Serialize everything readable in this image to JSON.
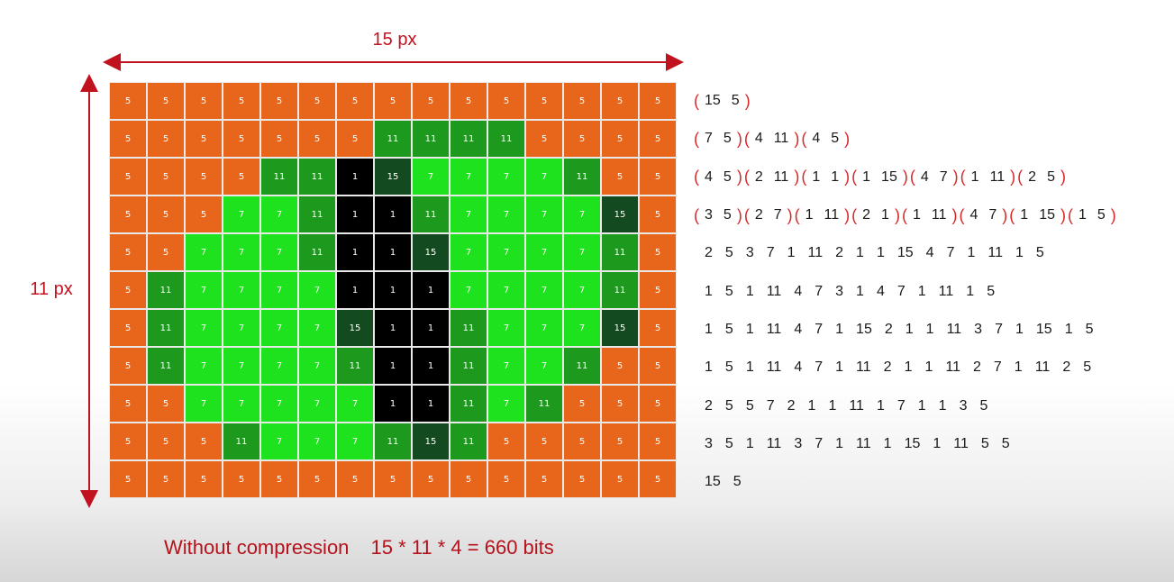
{
  "labels": {
    "width": "15 px",
    "height": "11 px"
  },
  "colors": {
    "5": "#e8661c",
    "11": "#1d9a1d",
    "7": "#1ee21e",
    "1": "#000000",
    "15": "#144a1f",
    "accent": "#c1121f"
  },
  "grid": [
    [
      5,
      5,
      5,
      5,
      5,
      5,
      5,
      5,
      5,
      5,
      5,
      5,
      5,
      5,
      5
    ],
    [
      5,
      5,
      5,
      5,
      5,
      5,
      5,
      11,
      11,
      11,
      11,
      5,
      5,
      5,
      5
    ],
    [
      5,
      5,
      5,
      5,
      11,
      11,
      1,
      15,
      7,
      7,
      7,
      7,
      11,
      5,
      5
    ],
    [
      5,
      5,
      5,
      7,
      7,
      11,
      1,
      1,
      11,
      7,
      7,
      7,
      7,
      15,
      5
    ],
    [
      5,
      5,
      7,
      7,
      7,
      11,
      1,
      1,
      15,
      7,
      7,
      7,
      7,
      11,
      5
    ],
    [
      5,
      11,
      7,
      7,
      7,
      7,
      1,
      1,
      1,
      7,
      7,
      7,
      7,
      11,
      5
    ],
    [
      5,
      11,
      7,
      7,
      7,
      7,
      15,
      1,
      1,
      11,
      7,
      7,
      7,
      15,
      5
    ],
    [
      5,
      11,
      7,
      7,
      7,
      7,
      11,
      1,
      1,
      11,
      7,
      7,
      11,
      5,
      5
    ],
    [
      5,
      5,
      7,
      7,
      7,
      7,
      7,
      1,
      1,
      11,
      7,
      11,
      5,
      5,
      5
    ],
    [
      5,
      5,
      5,
      11,
      7,
      7,
      7,
      11,
      15,
      11,
      5,
      5,
      5,
      5,
      5
    ],
    [
      5,
      5,
      5,
      5,
      5,
      5,
      5,
      5,
      5,
      5,
      5,
      5,
      5,
      5,
      5
    ]
  ],
  "encoded_rows": [
    {
      "bracketed": true,
      "pairs": [
        [
          15,
          5
        ]
      ]
    },
    {
      "bracketed": true,
      "pairs": [
        [
          7,
          5
        ],
        [
          4,
          11
        ],
        [
          4,
          5
        ]
      ]
    },
    {
      "bracketed": true,
      "pairs": [
        [
          4,
          5
        ],
        [
          2,
          11
        ],
        [
          1,
          1
        ],
        [
          1,
          15
        ],
        [
          4,
          7
        ],
        [
          1,
          11
        ],
        [
          2,
          5
        ]
      ]
    },
    {
      "bracketed": true,
      "pairs": [
        [
          3,
          5
        ],
        [
          2,
          7
        ],
        [
          1,
          11
        ],
        [
          2,
          1
        ],
        [
          1,
          11
        ],
        [
          4,
          7
        ],
        [
          1,
          15
        ],
        [
          1,
          5
        ]
      ]
    },
    {
      "bracketed": false,
      "text": [
        "2",
        "5",
        "3",
        "7",
        "1",
        "11",
        "2",
        "1",
        "1",
        "15",
        "4",
        "7",
        "1",
        "11",
        "1",
        "5"
      ]
    },
    {
      "bracketed": false,
      "text": [
        "1",
        "5",
        "1",
        "11",
        "4",
        "7",
        "3",
        "1",
        "4",
        "7",
        "1",
        "11",
        "1",
        "5"
      ]
    },
    {
      "bracketed": false,
      "text": [
        "1",
        "5",
        "1",
        "11",
        "4",
        "7",
        "1",
        "15",
        "2",
        "1",
        "1",
        "11",
        "3",
        "7",
        "1",
        "15",
        "1",
        "5"
      ]
    },
    {
      "bracketed": false,
      "text": [
        "1",
        "5",
        "1",
        "11",
        "4",
        "7",
        "1",
        "11",
        "2",
        "1",
        "1",
        "11",
        "2",
        "7",
        "1",
        "11",
        "2",
        "5"
      ]
    },
    {
      "bracketed": false,
      "text": [
        "2",
        "5",
        "5",
        "7",
        "2",
        "1",
        "1",
        "11",
        "1",
        "7",
        "1",
        "1",
        "3",
        "5"
      ]
    },
    {
      "bracketed": false,
      "text": [
        "3",
        "5",
        "1",
        "11",
        "3",
        "7",
        "1",
        "11",
        "1",
        "15",
        "1",
        "11",
        "5",
        "5"
      ]
    },
    {
      "bracketed": false,
      "text": [
        "15",
        "5"
      ]
    }
  ],
  "footer": {
    "label": "Without compression",
    "formula": "15 * 11 * 4 = 660 bits"
  }
}
